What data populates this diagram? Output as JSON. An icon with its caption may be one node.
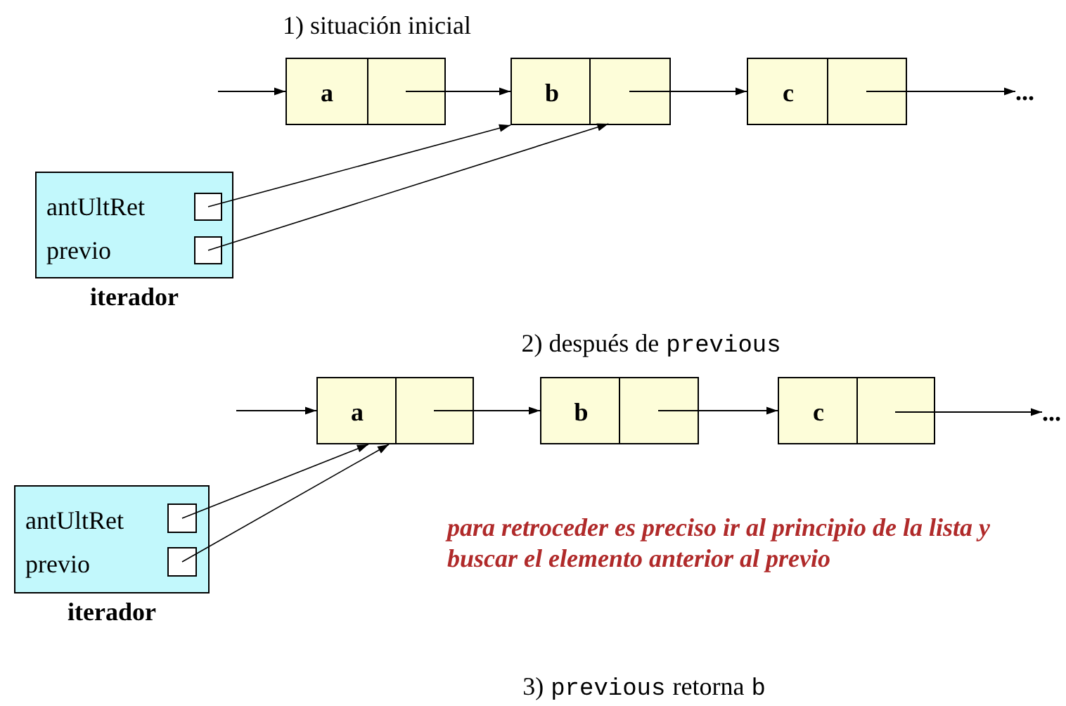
{
  "diagram": {
    "nodes": [
      {
        "text": [
          "a"
        ]
      },
      {
        "text": [],
        "shape": "box",
        "in": 0
      },
      {
        "text": [
          "b"
        ]
      },
      {
        "text": [],
        "shape": "box",
        "in": 2
      },
      {
        "text": [
          "c"
        ]
      },
      {
        "text": [],
        "shape": "box",
        "in": 4
      },
      {
        "text": [
          "..."
        ]
      },
      {
        "text": [
          "antUltRet",
          "previo",
          "iterador"
        ]
      },
      {
        "text": [],
        "shape": "box",
        "in": 7
      },
      {
        "text": [],
        "shape": "box",
        "in": 7
      },
      {
        "text": [
          "a"
        ]
      },
      {
        "text": [],
        "shape": "box",
        "in": 10
      },
      {
        "text": [
          "b"
        ]
      },
      {
        "text": [],
        "shape": "box",
        "in": 12
      },
      {
        "text": [
          "c"
        ]
      },
      {
        "text": [],
        "shape": "box",
        "in": 14
      },
      {
        "text": [
          "..."
        ]
      },
      {
        "text": [
          "antUltRet",
          "previo",
          "iterador"
        ]
      },
      {
        "text": [],
        "shape": "box",
        "in": 17
      },
      {
        "text": [],
        "shape": "box",
        "in": 17
      }
    ],
    "edges": [
      {
        "from": null,
        "to": 0,
        "arrow": "to"
      },
      {
        "from": 1,
        "to": 2,
        "arrow": "to"
      },
      {
        "from": 3,
        "to": 4,
        "arrow": "to"
      },
      {
        "from": 5,
        "to": 6,
        "arrow": "to"
      },
      {
        "from": 8,
        "to": 2,
        "arrow": "to"
      },
      {
        "from": 9,
        "to": 3,
        "arrow": "to"
      },
      {
        "from": null,
        "to": 10,
        "arrow": "to"
      },
      {
        "from": 11,
        "to": 12,
        "arrow": "to"
      },
      {
        "from": 13,
        "to": 14,
        "arrow": "to"
      },
      {
        "from": 15,
        "to": 16,
        "arrow": "to"
      },
      {
        "from": 18,
        "to": 10,
        "arrow": "to"
      },
      {
        "from": 19,
        "to": 10,
        "arrow": "to"
      }
    ],
    "labels": [
      "1) situación inicial",
      "2) después de",
      "previous",
      "3)",
      "previous",
      "retorna",
      "b",
      "para retroceder es preciso ir al principio de la lista y buscar el elemento anterior al previo"
    ]
  }
}
